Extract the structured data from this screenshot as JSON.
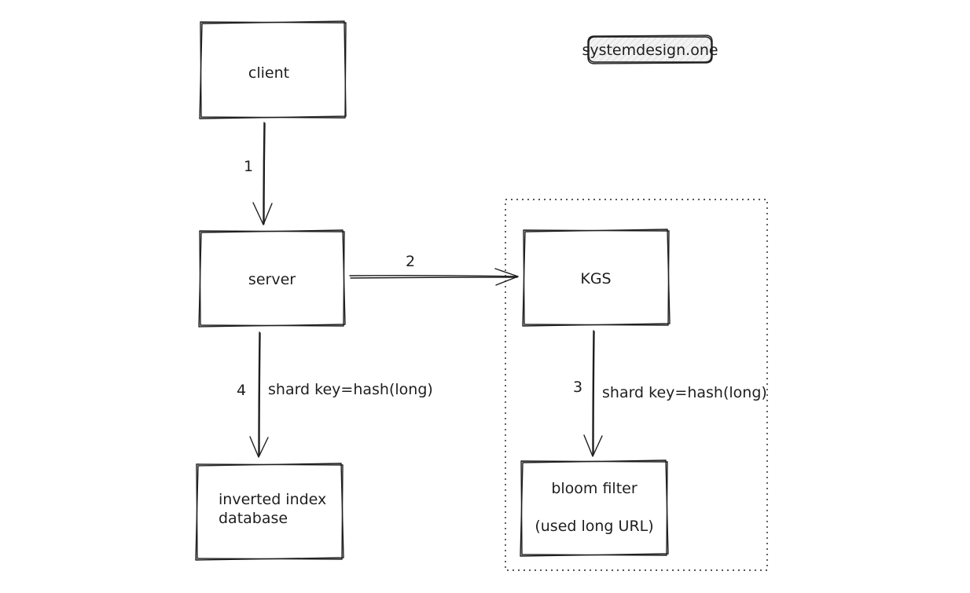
{
  "watermark": "systemdesign.one",
  "nodes": {
    "client": "client",
    "server": "server",
    "kgs": "KGS",
    "database_line1": "inverted index",
    "database_line2": "database",
    "bloom_line1": "bloom filter",
    "bloom_line2": "(used long URL)"
  },
  "edges": {
    "client_to_server": "1",
    "server_to_kgs": "2",
    "kgs_to_bloom": "3",
    "kgs_to_bloom_label": "shard key=hash(long)",
    "server_to_database": "4",
    "server_to_database_label": "shard key=hash(long)"
  },
  "colors": {
    "stroke": "#1e1e1e",
    "watermark_fill": "#f1f1f1",
    "background": "#ffffff"
  }
}
